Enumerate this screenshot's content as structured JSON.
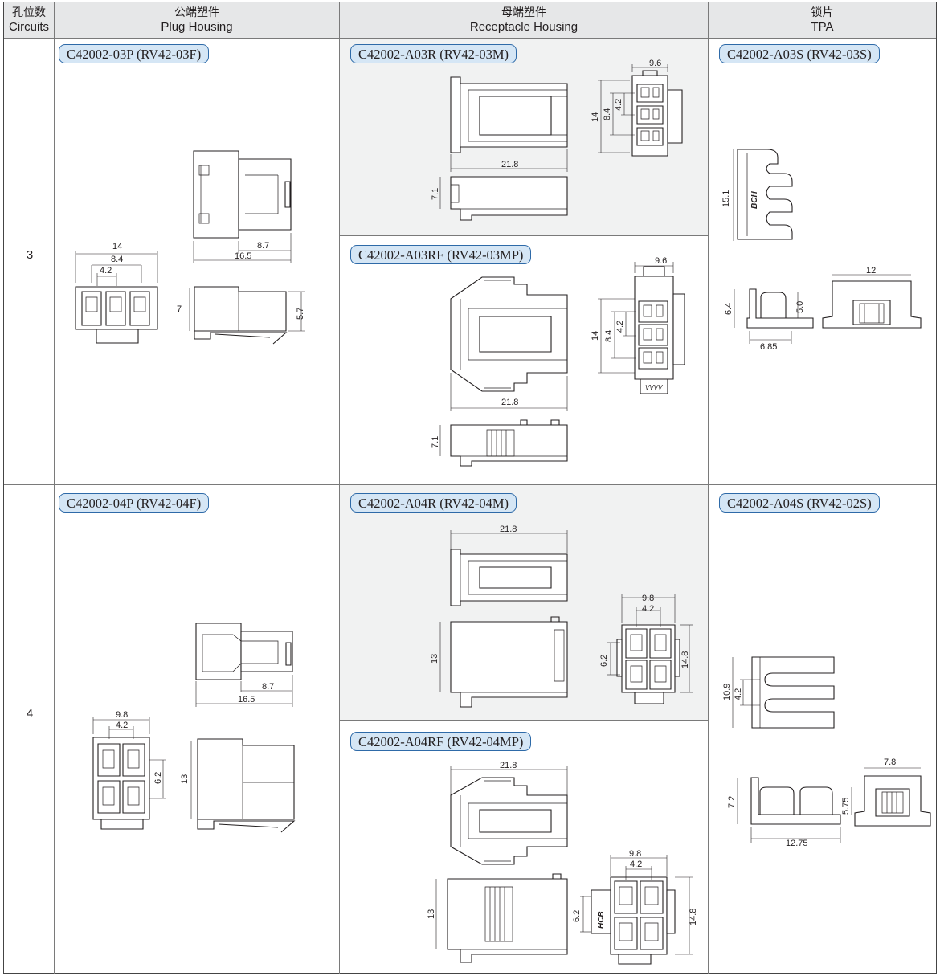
{
  "headers": {
    "circuits": {
      "zh": "孔位数",
      "en": "Circuits"
    },
    "plug": {
      "zh": "公端塑件",
      "en": "Plug Housing"
    },
    "receptacle": {
      "zh": "母端塑件",
      "en": "Receptacle Housing"
    },
    "tpa": {
      "zh": "锁片",
      "en": "TPA"
    }
  },
  "rows": [
    {
      "circuits": "3",
      "plug": {
        "part": "C42002-03P (RV42-03F)",
        "dims": {
          "w": "14",
          "a": "8.4",
          "b": "4.2",
          "h": "7",
          "side_h": "5.7",
          "d1": "8.7",
          "d2": "16.5"
        }
      },
      "receptacle_a": {
        "part": "C42002-A03R (RV42-03M)",
        "dims": {
          "w": "9.6",
          "h": "14",
          "a": "8.4",
          "b": "4.2",
          "len": "21.8",
          "side": "7.1"
        }
      },
      "receptacle_b": {
        "part": "C42002-A03RF (RV42-03MP)",
        "dims": {
          "w": "9.6",
          "h": "14",
          "a": "8.4",
          "b": "4.2",
          "len": "21.8",
          "side": "7.1"
        },
        "mark": "VVVV"
      },
      "tpa": {
        "part": "C42002-A03S (RV42-03S)",
        "dims": {
          "h": "15.1",
          "side_h": "6.4",
          "inner": "5.0",
          "base": "6.85",
          "w": "12"
        },
        "mark": "BCH"
      }
    },
    {
      "circuits": "4",
      "plug": {
        "part": "C42002-04P (RV42-04F)",
        "dims": {
          "w": "9.8",
          "b": "4.2",
          "a": "6.2",
          "h": "13",
          "d1": "8.7",
          "d2": "16.5"
        }
      },
      "receptacle_a": {
        "part": "C42002-A04R (RV42-04M)",
        "dims": {
          "len": "21.8",
          "h": "13",
          "w": "9.8",
          "b": "4.2",
          "a": "6.2",
          "tall": "14.8"
        }
      },
      "receptacle_b": {
        "part": "C42002-A04RF (RV42-04MP)",
        "dims": {
          "len": "21.8",
          "h": "13",
          "w": "9.8",
          "b": "4.2",
          "a": "6.2",
          "tall": "14.8"
        },
        "mark": "HCB"
      },
      "tpa": {
        "part": "C42002-A04S (RV42-02S)",
        "dims": {
          "h": "10.9",
          "b": "4.2",
          "side_h": "7.2",
          "inner": "5.75",
          "base": "12.75",
          "w": "7.8"
        }
      }
    }
  ]
}
